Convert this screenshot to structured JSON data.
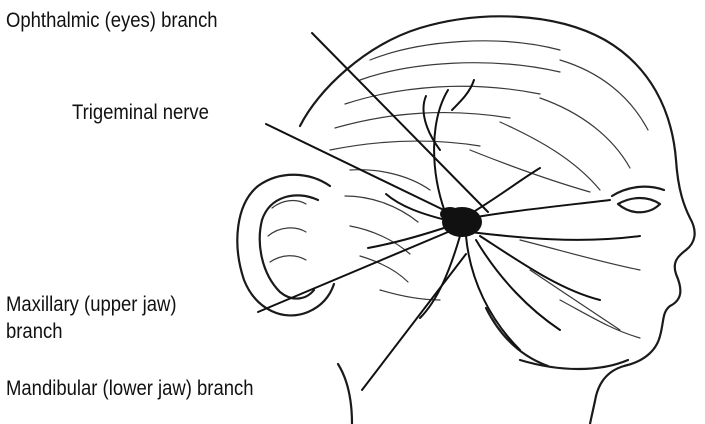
{
  "diagram": {
    "labels": {
      "ophthalmic": "Ophthalmic (eyes) branch",
      "trigeminal": "Trigeminal nerve",
      "maxillary_line1": "Maxillary (upper jaw)",
      "maxillary_line2": "branch",
      "mandibular": "Mandibular (lower jaw) branch"
    },
    "colors": {
      "ink": "#111111",
      "background": "#ffffff"
    }
  }
}
